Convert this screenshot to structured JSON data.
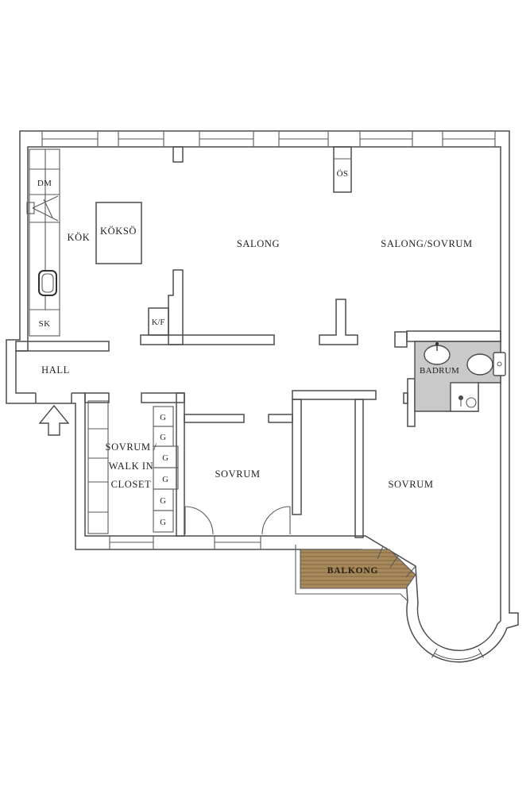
{
  "plan": {
    "labels": {
      "dm": "DM",
      "kok": "KÖK",
      "kokso": "KÖKSÖ",
      "sk": "SK",
      "kf": "K/F",
      "salong": "SALONG",
      "os": "ÖS",
      "salong_sovrum": "SALONG/SOVRUM",
      "hall": "HALL",
      "badrum": "BADRUM",
      "closet_line1": "SOVRUM /",
      "closet_line2": "WALK IN",
      "closet_line3": "CLOSET",
      "wardrobe": "G",
      "sovrum_mid": "SOVRUM",
      "sovrum_right": "SOVRUM",
      "balkong": "BALKONG"
    },
    "wardrobe_count": 6,
    "colors": {
      "wall_line": "#4c4c4c",
      "bathroom_fill": "#c9c9c9",
      "balcony_wood": "#a8895c",
      "balcony_plank_line": "#83663f",
      "background": "#ffffff",
      "label_text": "#1f1f1f"
    }
  }
}
